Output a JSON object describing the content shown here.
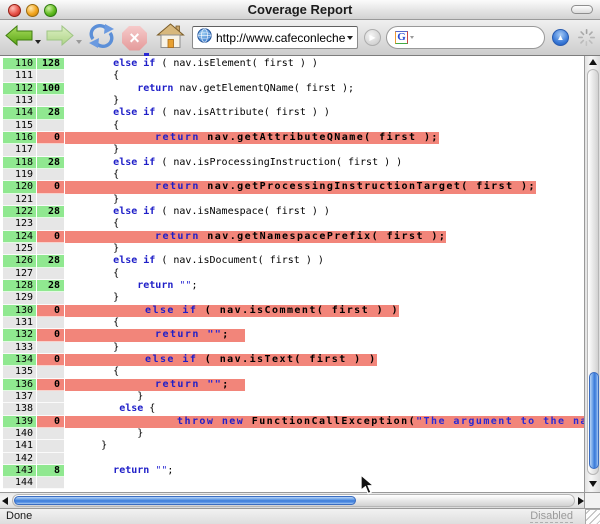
{
  "window": {
    "title": "Coverage Report"
  },
  "toolbar": {
    "url_value": "http://www.cafeconleche",
    "search_value": "",
    "icons": {
      "back": "back-arrow",
      "forward": "forward-arrow",
      "reload": "reload-circular-arrows",
      "stop": "stop-octagon-x",
      "home": "house",
      "url_site": "globe",
      "url_dropdown": "chevron-down",
      "go": "circle-right-arrow",
      "search_engine": "google-g",
      "search_dropdown": "chevron-down",
      "search_go": "circle-up-arrow",
      "activity": "spinner"
    }
  },
  "status_bar": {
    "left_text": "Done",
    "right_text": "Disabled"
  },
  "colors": {
    "covered": "#90e890",
    "uncovered": "#f2857a",
    "keyword": "#1f1fc8",
    "string": "#2a2ad4"
  },
  "code": {
    "lines": [
      {
        "n": 110,
        "count": "128",
        "cov": "g",
        "segs": [
          [
            "        ",
            "p"
          ],
          [
            "else if",
            "k"
          ],
          [
            " ( nav.isElement( first ) )",
            "p"
          ]
        ]
      },
      {
        "n": 111,
        "segs": [
          [
            "        {",
            "p"
          ]
        ]
      },
      {
        "n": 112,
        "count": "100",
        "cov": "g",
        "segs": [
          [
            "            ",
            "p"
          ],
          [
            "return",
            "k"
          ],
          [
            " nav.getElementQName( first );",
            "p"
          ]
        ]
      },
      {
        "n": 113,
        "segs": [
          [
            "        }",
            "p"
          ]
        ]
      },
      {
        "n": 114,
        "count": "28",
        "cov": "g",
        "segs": [
          [
            "        ",
            "p"
          ],
          [
            "else if",
            "k"
          ],
          [
            " ( nav.isAttribute( first ) )",
            "p"
          ]
        ]
      },
      {
        "n": 115,
        "segs": [
          [
            "        {",
            "p"
          ]
        ]
      },
      {
        "n": 116,
        "count": "0",
        "cov": "r",
        "hl": true,
        "pad": 90,
        "segs": [
          [
            "return",
            "k"
          ],
          [
            " nav.getAttributeQName( first );",
            "p"
          ]
        ]
      },
      {
        "n": 117,
        "segs": [
          [
            "        }",
            "p"
          ]
        ]
      },
      {
        "n": 118,
        "count": "28",
        "cov": "g",
        "segs": [
          [
            "        ",
            "p"
          ],
          [
            "else if",
            "k"
          ],
          [
            " ( nav.isProcessingInstruction( first ) )",
            "p"
          ]
        ]
      },
      {
        "n": 119,
        "segs": [
          [
            "        {",
            "p"
          ]
        ]
      },
      {
        "n": 120,
        "count": "0",
        "cov": "r",
        "hl": true,
        "pad": 90,
        "segs": [
          [
            "return",
            "k"
          ],
          [
            " nav.getProcessingInstructionTarget( first );",
            "p"
          ]
        ]
      },
      {
        "n": 121,
        "segs": [
          [
            "        }",
            "p"
          ]
        ]
      },
      {
        "n": 122,
        "count": "28",
        "cov": "g",
        "segs": [
          [
            "        ",
            "p"
          ],
          [
            "else if",
            "k"
          ],
          [
            " ( nav.isNamespace( first ) )",
            "p"
          ]
        ]
      },
      {
        "n": 123,
        "segs": [
          [
            "        {",
            "p"
          ]
        ]
      },
      {
        "n": 124,
        "count": "0",
        "cov": "r",
        "hl": true,
        "pad": 90,
        "segs": [
          [
            "return",
            "k"
          ],
          [
            " nav.getNamespacePrefix( first );",
            "p"
          ]
        ]
      },
      {
        "n": 125,
        "segs": [
          [
            "        }",
            "p"
          ]
        ]
      },
      {
        "n": 126,
        "count": "28",
        "cov": "g",
        "segs": [
          [
            "        ",
            "p"
          ],
          [
            "else if",
            "k"
          ],
          [
            " ( nav.isDocument( first ) )",
            "p"
          ]
        ]
      },
      {
        "n": 127,
        "segs": [
          [
            "        {",
            "p"
          ]
        ]
      },
      {
        "n": 128,
        "count": "28",
        "cov": "g",
        "segs": [
          [
            "            ",
            "p"
          ],
          [
            "return",
            "k"
          ],
          [
            " ",
            "p"
          ],
          [
            "\"\"",
            "s"
          ],
          [
            ";",
            "p"
          ]
        ]
      },
      {
        "n": 129,
        "segs": [
          [
            "        }",
            "p"
          ]
        ]
      },
      {
        "n": 130,
        "count": "0",
        "cov": "r",
        "hl": true,
        "pad": 80,
        "segs": [
          [
            "else if",
            "k"
          ],
          [
            " ( nav.isComment( first ) )",
            "p"
          ]
        ]
      },
      {
        "n": 131,
        "segs": [
          [
            "        {",
            "p"
          ]
        ]
      },
      {
        "n": 132,
        "count": "0",
        "cov": "r",
        "hl": true,
        "pad": 90,
        "segs": [
          [
            "return",
            "k"
          ],
          [
            " ",
            "p"
          ],
          [
            "\"\"",
            "s"
          ],
          [
            ";  ",
            "p"
          ]
        ]
      },
      {
        "n": 133,
        "segs": [
          [
            "        }",
            "p"
          ]
        ]
      },
      {
        "n": 134,
        "count": "0",
        "cov": "r",
        "hl": true,
        "pad": 80,
        "segs": [
          [
            "else if",
            "k"
          ],
          [
            " ( nav.isText( first ) )",
            "p"
          ]
        ]
      },
      {
        "n": 135,
        "segs": [
          [
            "        {",
            "p"
          ]
        ]
      },
      {
        "n": 136,
        "count": "0",
        "cov": "r",
        "hl": true,
        "pad": 90,
        "segs": [
          [
            "return",
            "k"
          ],
          [
            " ",
            "p"
          ],
          [
            "\"\"",
            "s"
          ],
          [
            ";  ",
            "p"
          ]
        ]
      },
      {
        "n": 137,
        "segs": [
          [
            "            }",
            "p"
          ]
        ]
      },
      {
        "n": 138,
        "segs": [
          [
            "         ",
            "p"
          ],
          [
            "else",
            "k"
          ],
          [
            " {",
            "p"
          ]
        ]
      },
      {
        "n": 139,
        "count": "0",
        "cov": "r",
        "hl": true,
        "pad": 112,
        "segs": [
          [
            "throw new",
            "k"
          ],
          [
            " FunctionCallException(",
            "p"
          ],
          [
            "\"The argument to the name",
            "s"
          ]
        ]
      },
      {
        "n": 140,
        "segs": [
          [
            "            }",
            "p"
          ]
        ]
      },
      {
        "n": 141,
        "segs": [
          [
            "      }",
            "p"
          ]
        ]
      },
      {
        "n": 142,
        "segs": []
      },
      {
        "n": 143,
        "count": "8",
        "cov": "g",
        "segs": [
          [
            "        ",
            "p"
          ],
          [
            "return",
            "k"
          ],
          [
            " ",
            "p"
          ],
          [
            "\"\"",
            "s"
          ],
          [
            ";",
            "p"
          ]
        ]
      },
      {
        "n": 144,
        "segs": []
      }
    ]
  }
}
